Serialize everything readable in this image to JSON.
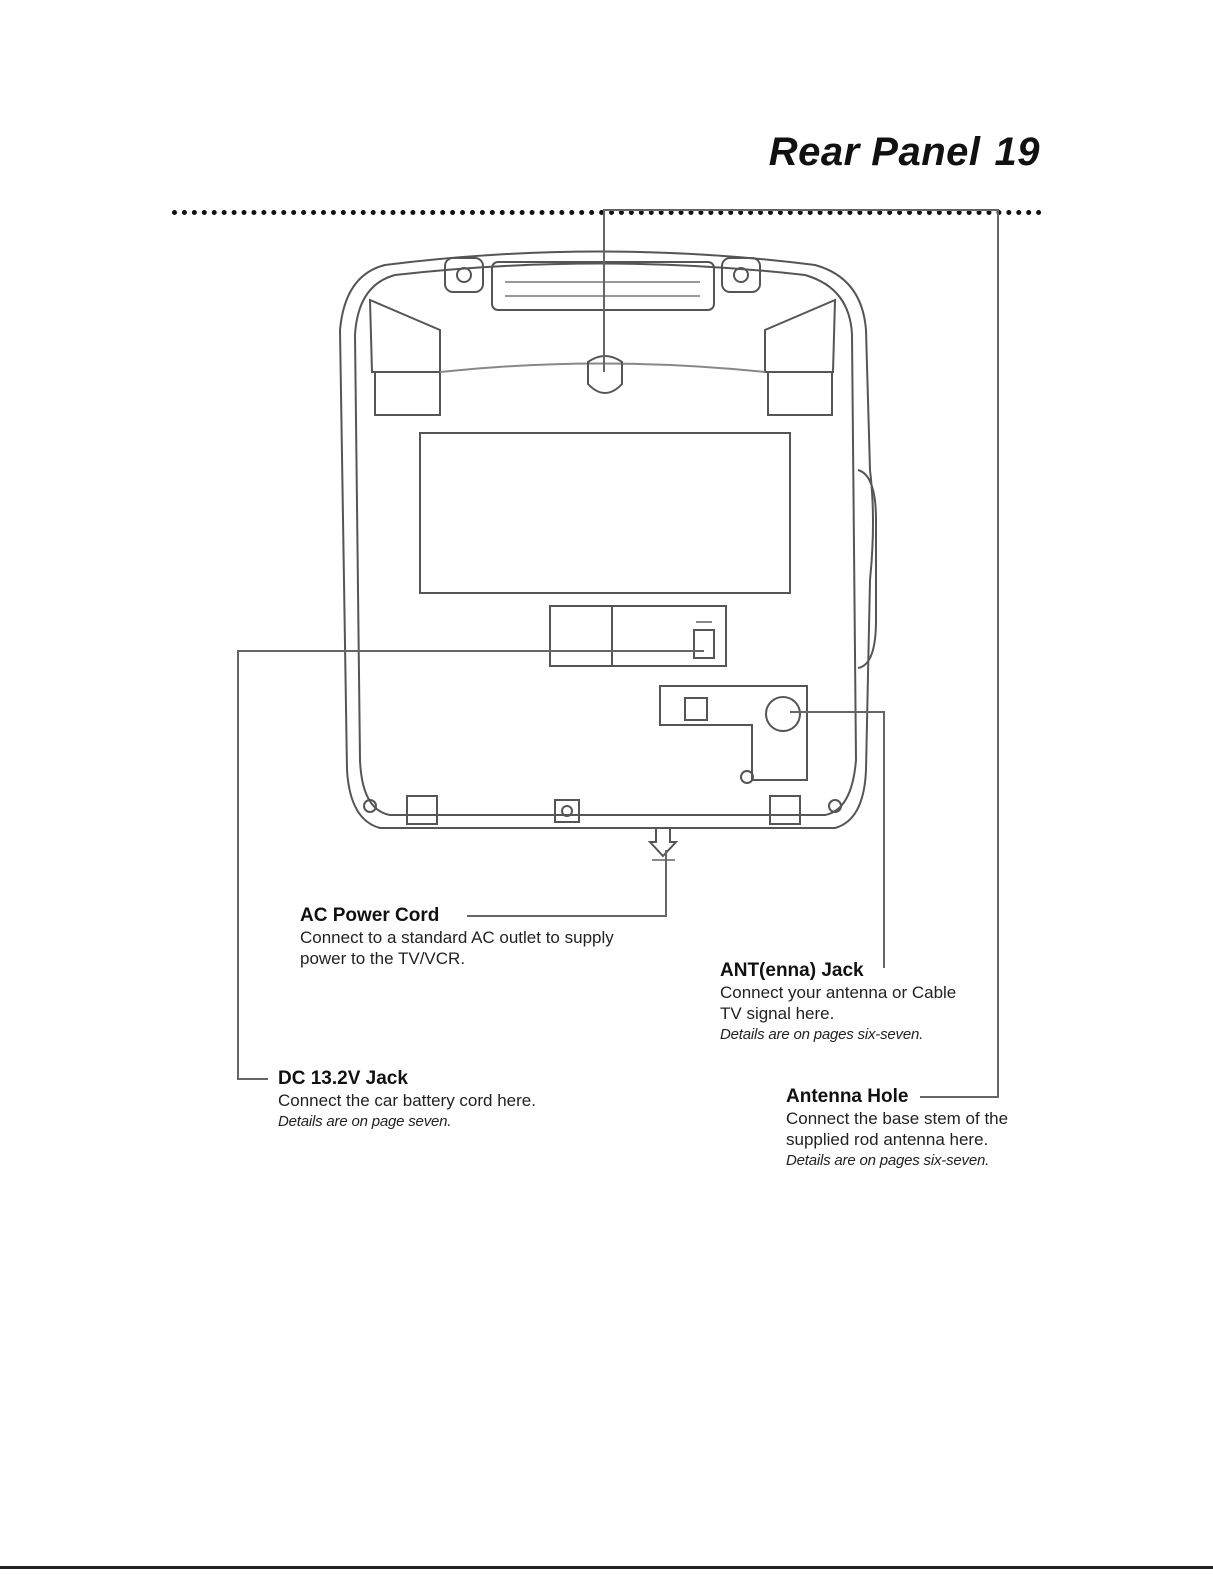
{
  "header": {
    "title": "Rear Panel",
    "page_number": "19"
  },
  "callouts": {
    "ac_power_cord": {
      "heading": "AC Power Cord",
      "body": "Connect to a standard AC outlet to supply power to the TV/VCR."
    },
    "dc_jack": {
      "heading": "DC 13.2V Jack",
      "body": "Connect the car battery cord here.",
      "note": "Details are on page seven."
    },
    "ant_jack": {
      "heading": "ANT(enna) Jack",
      "body": "Connect your antenna or Cable TV signal here.",
      "note": "Details are on pages six-seven."
    },
    "antenna_hole": {
      "heading": "Antenna Hole",
      "body": "Connect the base stem of the supplied  rod antenna here.",
      "note": "Details are on pages six-seven."
    }
  },
  "colors": {
    "ink": "#111111",
    "line": "#555555"
  }
}
